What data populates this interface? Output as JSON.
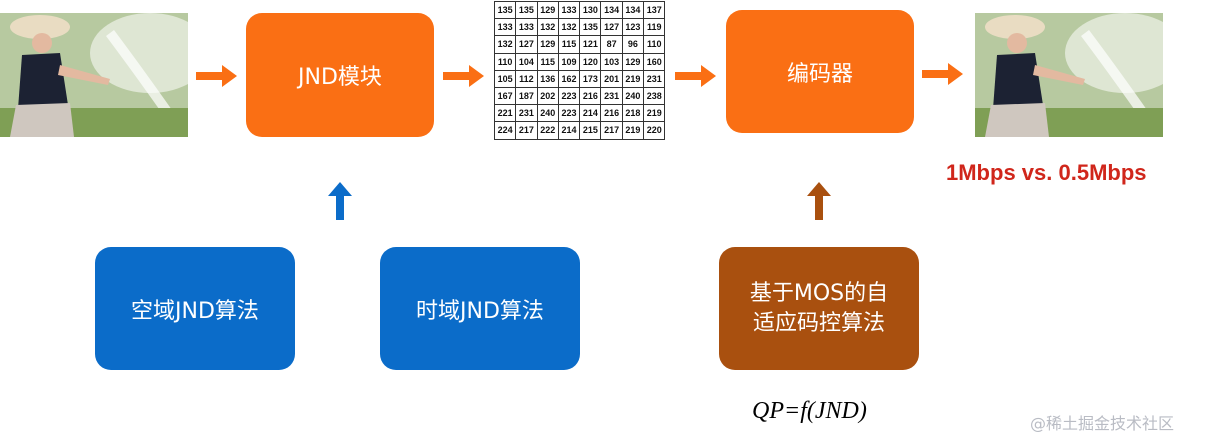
{
  "diagram": {
    "jnd_module_label": "JND模块",
    "encoder_label": "编码器",
    "spatial_jnd_label": "空域JND算法",
    "temporal_jnd_label": "时域JND算法",
    "rate_control_label_line1": "基于MOS的自",
    "rate_control_label_line2": "适应码控算法",
    "bitrate_comparison": "1Mbps vs. 0.5Mbps",
    "formula": "QP=f(JND)",
    "watermark": "@稀土掘金技术社区",
    "jnd_matrix": [
      [
        "135",
        "135",
        "129",
        "133",
        "130",
        "134",
        "134",
        "137"
      ],
      [
        "133",
        "133",
        "132",
        "132",
        "135",
        "127",
        "123",
        "119"
      ],
      [
        "132",
        "127",
        "129",
        "115",
        "121",
        "87",
        "96",
        "110"
      ],
      [
        "110",
        "104",
        "115",
        "109",
        "120",
        "103",
        "129",
        "160"
      ],
      [
        "105",
        "112",
        "136",
        "162",
        "173",
        "201",
        "219",
        "231"
      ],
      [
        "167",
        "187",
        "202",
        "223",
        "216",
        "231",
        "240",
        "238"
      ],
      [
        "221",
        "231",
        "240",
        "223",
        "214",
        "216",
        "218",
        "219"
      ],
      [
        "224",
        "217",
        "222",
        "214",
        "215",
        "217",
        "219",
        "220"
      ]
    ]
  },
  "colors": {
    "orange": "#fa6f14",
    "blue": "#0b6cc9",
    "brown": "#a9500f",
    "red_text": "#d0261b"
  }
}
